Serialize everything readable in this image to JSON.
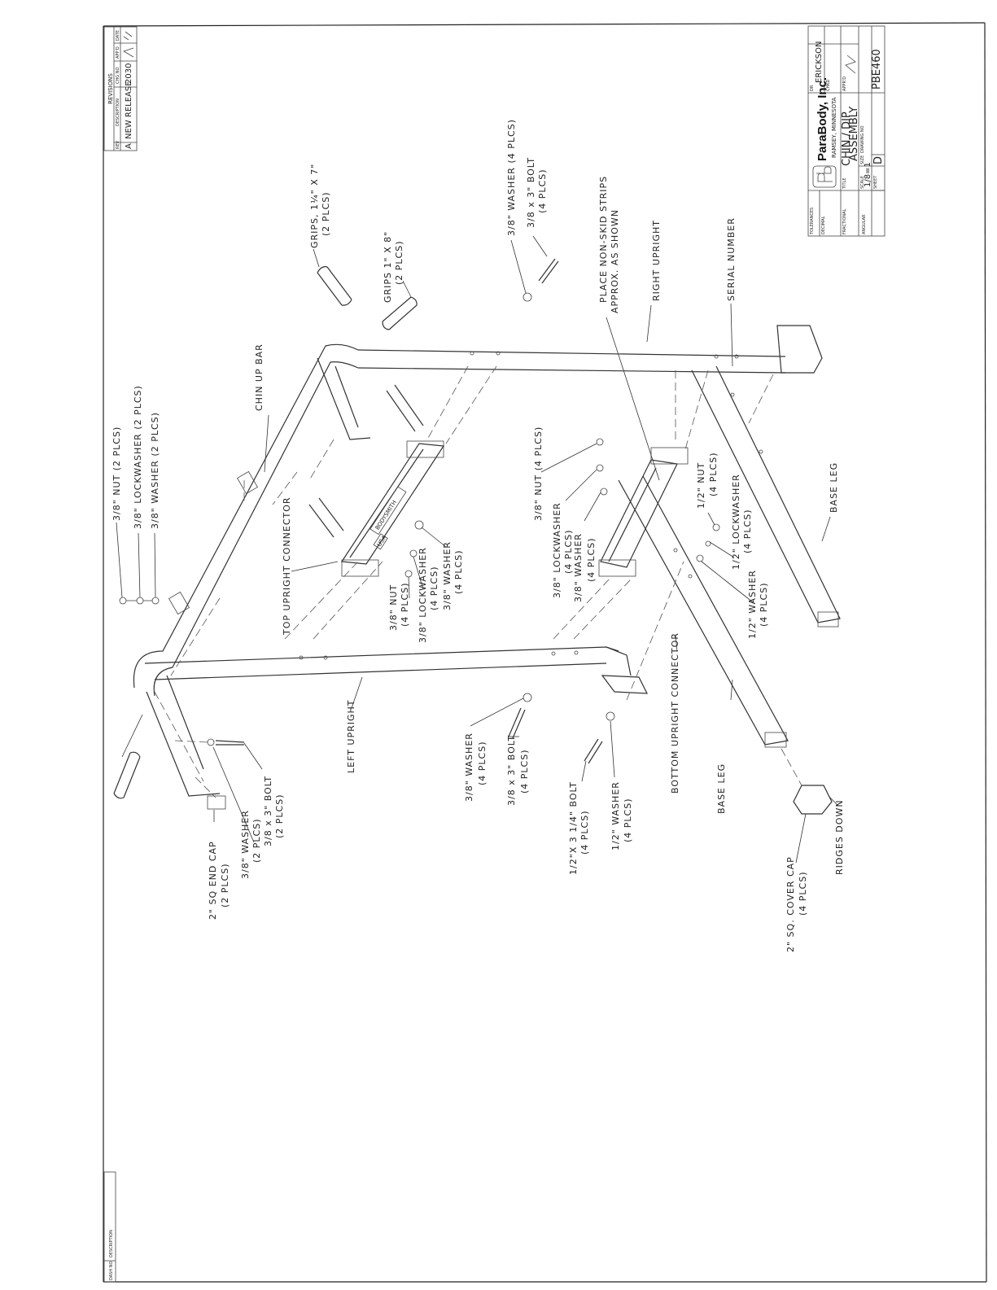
{
  "revisions": {
    "title": "REVISIONS",
    "col_rev": "REV",
    "col_description": "DESCRIPTION",
    "col_chg_no": "CHG NO",
    "col_appd": "APP'D",
    "col_date": "DATE",
    "rows": [
      {
        "rev": "A",
        "description": "NEW RELEASE",
        "chg_no": "2030",
        "appd": "",
        "date": ""
      }
    ]
  },
  "title_block": {
    "company": "ParaBody, Inc.",
    "location": "RAMSEY, MINNESOTA",
    "tolerances_label": "TOLERANCES",
    "decimal_label": "DECIMAL",
    "fractional_label": "FRACTIONAL",
    "angular_label": "ANGULAR",
    "title_label": "TITLE",
    "title_line1": "CHIN / DIP",
    "title_line2": "ASSEMBLY",
    "dr_label": "DR",
    "drawn_by": "ERICKSON",
    "chkd_label": "CHKD",
    "appd_label": "APPR'D",
    "scale_label": "SCALE",
    "scale_value": "1/8=1",
    "size_label": "SIZE",
    "size_value": "D",
    "sheet_label": "SHEET",
    "drawing_no_label": "DRAWING NO",
    "drawing_no": "PBE460"
  },
  "bottom_block": {
    "col_dash_no": "DASH NO",
    "col_description": "DESCRIPTION"
  },
  "labels": {
    "nut_top": "3/8\" NUT  (2 PLCS)",
    "lockwasher_top": "3/8\" LOCKWASHER  (2 PLCS)",
    "washer_top": "3/8\" WASHER  (2 PLCS)",
    "grips_7": "GRIPS, 1¼\" X 7\"",
    "grips_7_qty": "(2 PLCS)",
    "grips_8": "GRIPS  1\" X 8\"",
    "grips_8_qty": "(2 PLCS)",
    "washer_right": "3/8\" WASHER  (4 PLCS)",
    "bolt_right": "3/8 x 3\"  BOLT",
    "bolt_right_qty": "(4 PLCS)",
    "nonskid_1": "PLACE NON-SKID STRIPS",
    "nonskid_2": "APPROX. AS SHOWN",
    "right_upright": "RIGHT UPRIGHT",
    "serial_number": "SERIAL NUMBER",
    "chin_up_bar": "CHIN UP BAR",
    "top_upright_connector": "TOP UPRIGHT CONNECTOR",
    "nut_mid": "3/8\" NUT",
    "nut_mid_qty": "(4 PLCS)",
    "lockwasher_mid": "3/8\" LOCKWASHER",
    "lockwasher_mid_qty": "(4 PLCS)",
    "washer_mid": "3/8\" WASHER",
    "washer_mid_qty": "(4 PLCS)",
    "nut_lower": "3/8\" NUT (4 PLCS)",
    "lockwasher_lower": "3/8\" LOCKWASHER",
    "lockwasher_lower_qty": "(4 PLCS)",
    "washer_lower": "3/8\" WASHER",
    "washer_lower_qty": "(4 PLCS)",
    "half_nut": "1/2\" NUT",
    "half_nut_qty": "(4 PLCS)",
    "half_lockwasher": "1/2\" LOCKWASHER",
    "half_lockwasher_qty": "(4 PLCS)",
    "half_washer": "1/2\" WASHER",
    "half_washer_qty": "(4 PLCS)",
    "base_leg_right": "BASE LEG",
    "base_leg_left": "BASE LEG",
    "left_upright": "LEFT UPRIGHT",
    "bottom_upright_connector": "BOTTOM UPRIGHT CONNECTOR",
    "washer_bottom": "3/8\" WASHER",
    "washer_bottom_qty": "(4 PLCS)",
    "bolt_bottom": "3/8 x 3\" BOLT",
    "bolt_bottom_qty": "(4 PLCS)",
    "half_bolt": "1/2\"X 3 1/4\" BOLT",
    "half_bolt_qty": "(4 PLCS)",
    "half_washer_bottom": "1/2\" WASHER",
    "half_washer_bottom_qty": "(4 PLCS)",
    "ridges_down": "RIDGES  DOWN",
    "cover_cap": "2\" SQ. COVER CAP",
    "cover_cap_qty": "(4 PLCS)",
    "end_cap": "2\" SQ END CAP",
    "end_cap_qty": "(2 PLCS)",
    "washer_end": "3/8\" WASHER",
    "washer_end_qty": "(2 PLCS)",
    "bolt_end": "3/8 x 3\" BOLT",
    "bolt_end_qty": "(2 PLCS)",
    "decal_brand": "BODYSMITH",
    "decal_usa": "USA"
  }
}
